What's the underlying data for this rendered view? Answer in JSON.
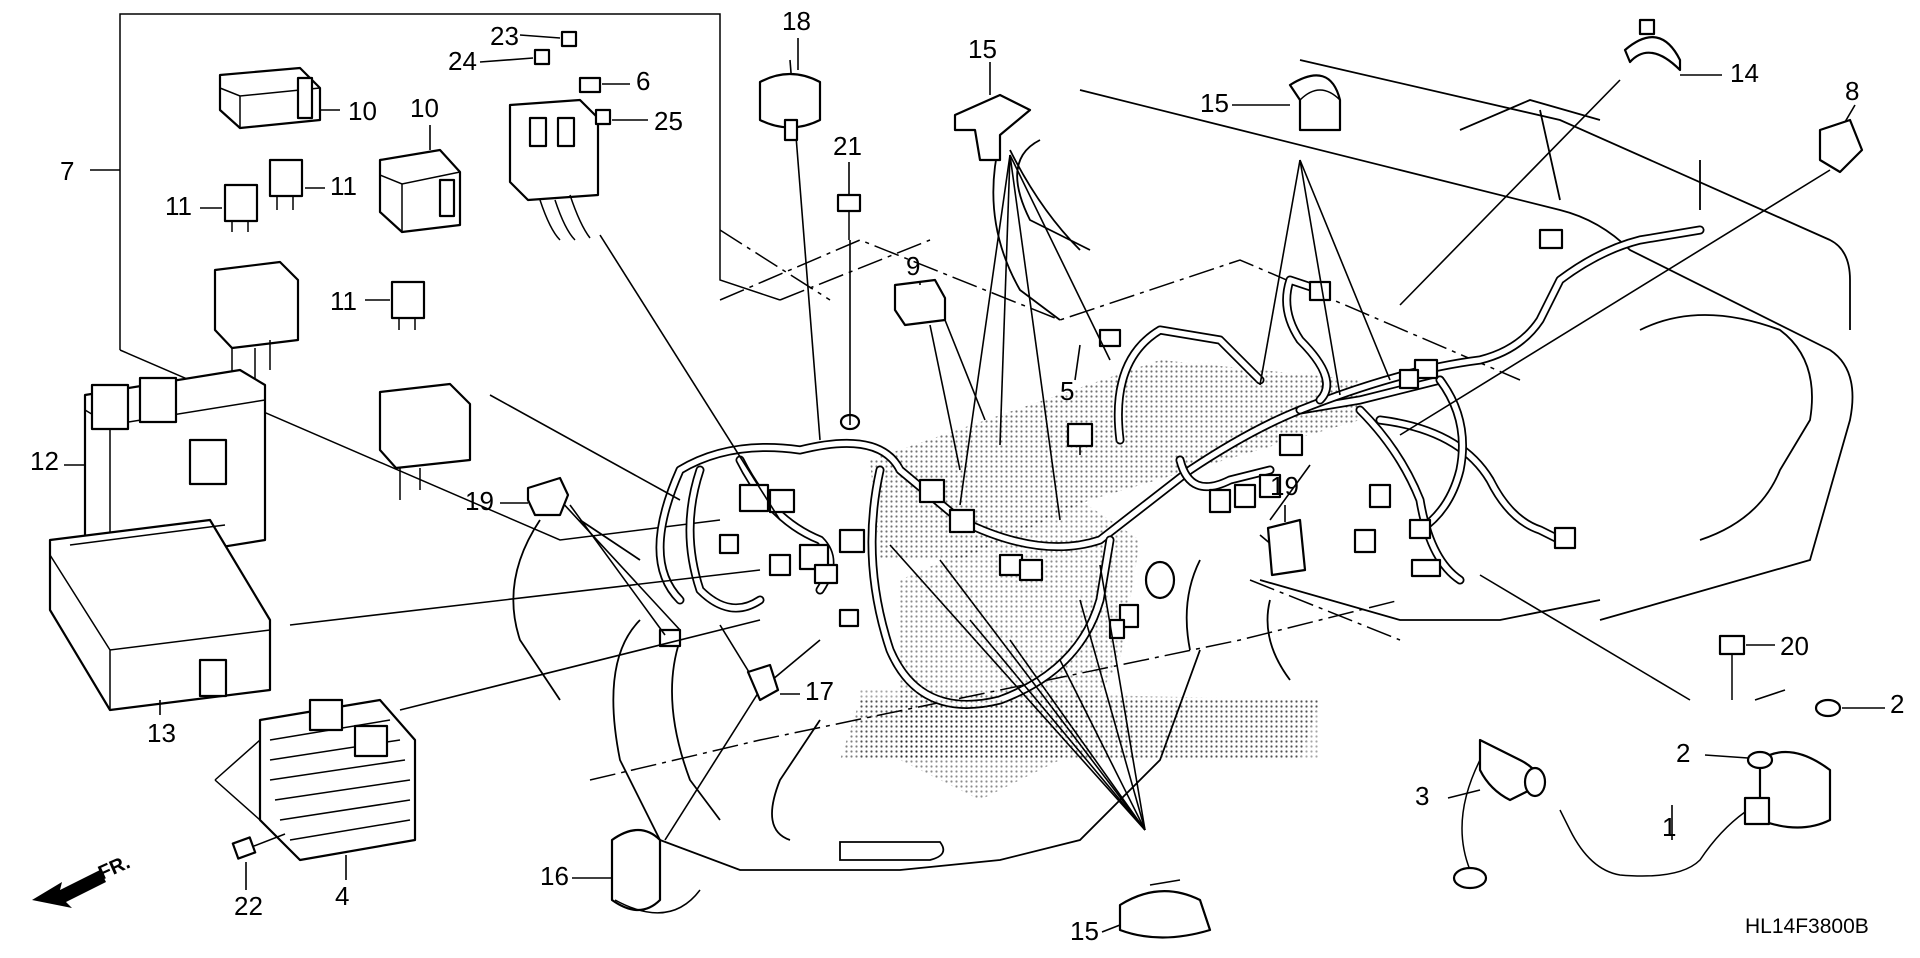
{
  "diagram": {
    "code": "HL14F3800B",
    "front_marker": "FR.",
    "callouts": {
      "c1": "1",
      "c2a": "2",
      "c2b": "2",
      "c3": "3",
      "c4": "4",
      "c5": "5",
      "c6": "6",
      "c7": "7",
      "c8": "8",
      "c9": "9",
      "c10a": "10",
      "c10b": "10",
      "c11a": "11",
      "c11b": "11",
      "c11c": "11",
      "c12": "12",
      "c13": "13",
      "c14": "14",
      "c15a": "15",
      "c15b": "15",
      "c15c": "15",
      "c16": "16",
      "c17": "17",
      "c18": "18",
      "c19a": "19",
      "c19b": "19",
      "c20": "20",
      "c21": "21",
      "c22": "22",
      "c23": "23",
      "c24": "24",
      "c25": "25"
    }
  }
}
